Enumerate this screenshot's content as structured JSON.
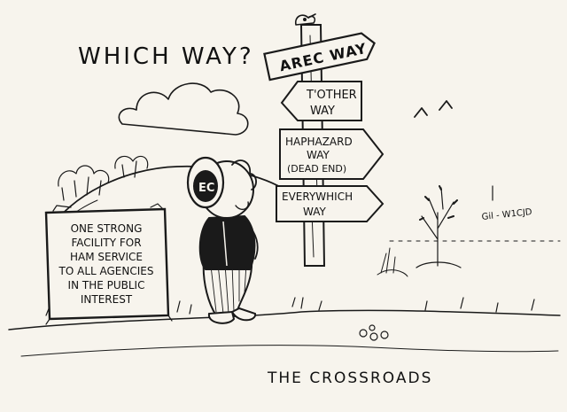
{
  "title": "WHICH WAY?",
  "caption": "THE CROSSROADS",
  "signature": "Gil - W1CJD",
  "signs": {
    "arec": "AREC WAY",
    "tother_1": "T'OTHER",
    "tother_2": "WAY",
    "hap_1": "HAPHAZARD",
    "hap_2": "WAY",
    "hap_3": "(DEAD END)",
    "every_1": "EVERYWHICH",
    "every_2": "WAY"
  },
  "tombstone": {
    "line1": "ONE STRONG",
    "line2": "FACILITY FOR",
    "line3": "HAM SERVICE",
    "line4": "TO ALL AGENCIES",
    "line5": "IN THE PUBLIC",
    "line6": "INTEREST"
  },
  "cap_letters": "EC",
  "colors": {
    "ink": "#1a1a1a",
    "paper": "#f7f4ed"
  }
}
